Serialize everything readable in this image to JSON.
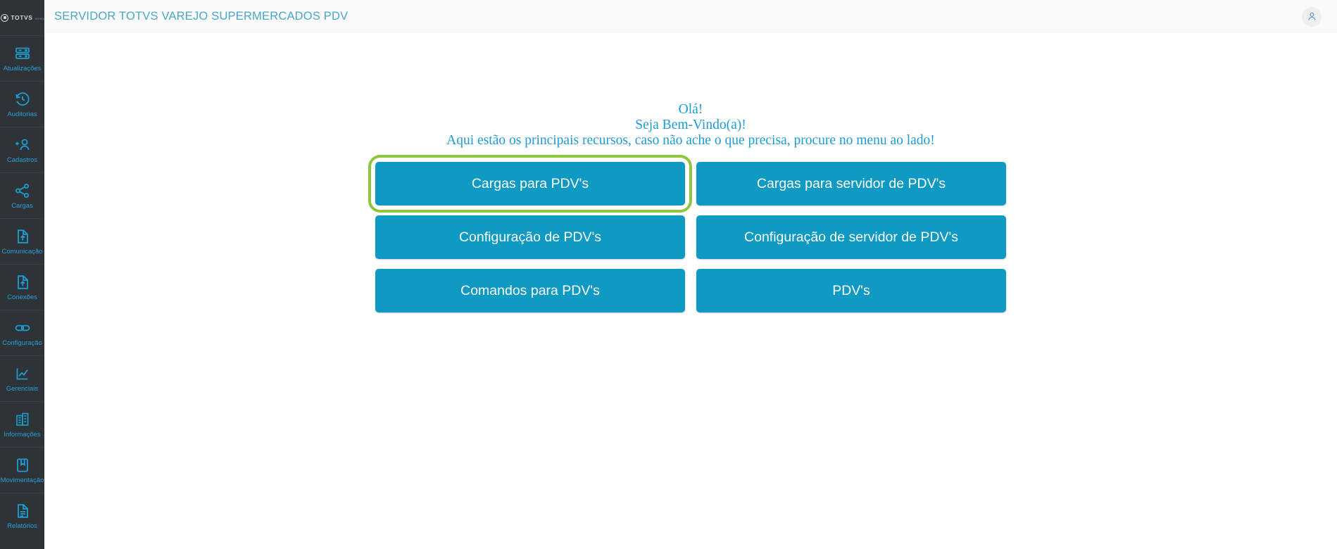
{
  "sidebar": {
    "logo": {
      "mark": "totvs-circle-icon",
      "text": "TOTVS",
      "sub": "varejo"
    },
    "items": [
      {
        "label": "Atualizações",
        "icon": "server-update-icon"
      },
      {
        "label": "Auditorias",
        "icon": "clock-history-icon"
      },
      {
        "label": "Cadastros",
        "icon": "add-user-icon"
      },
      {
        "label": "Cargas",
        "icon": "share-nodes-icon"
      },
      {
        "label": "Comunicação",
        "icon": "file-upload-icon"
      },
      {
        "label": "Conexões",
        "icon": "file-upload-icon"
      },
      {
        "label": "Configuração",
        "icon": "link-chain-icon"
      },
      {
        "label": "Gerenciais",
        "icon": "chart-line-icon"
      },
      {
        "label": "Informações",
        "icon": "building-icon"
      },
      {
        "label": "Movimentação",
        "icon": "book-bookmark-icon"
      },
      {
        "label": "Relatórios",
        "icon": "document-lines-icon"
      }
    ]
  },
  "topbar": {
    "title": "SERVIDOR TOTVS VAREJO SUPERMERCADOS PDV",
    "avatar_icon": "user-avatar-icon"
  },
  "welcome": {
    "line1": "Olá!",
    "line2": "Seja Bem-Vindo(a)!",
    "line3": "Aqui estão os principais recursos, caso não ache o que precisa, procure no menu ao lado!"
  },
  "tiles": [
    {
      "label": "Cargas para PDV's",
      "highlighted": true
    },
    {
      "label": "Cargas para servidor de PDV's",
      "highlighted": false
    },
    {
      "label": "Configuração de PDV's",
      "highlighted": false
    },
    {
      "label": "Configuração de servidor de PDV's",
      "highlighted": false
    },
    {
      "label": "Comandos para PDV's",
      "highlighted": false
    },
    {
      "label": "PDV's",
      "highlighted": false
    }
  ],
  "colors": {
    "tile": "#0e9ac2",
    "highlight": "#8dc63f",
    "sidebar_bg": "#2e3338",
    "sidebar_accent": "#2a9fd6",
    "topbar_bg": "#fafafa",
    "title_text": "#4aa8c4",
    "welcome_text": "#1e9ad6"
  }
}
